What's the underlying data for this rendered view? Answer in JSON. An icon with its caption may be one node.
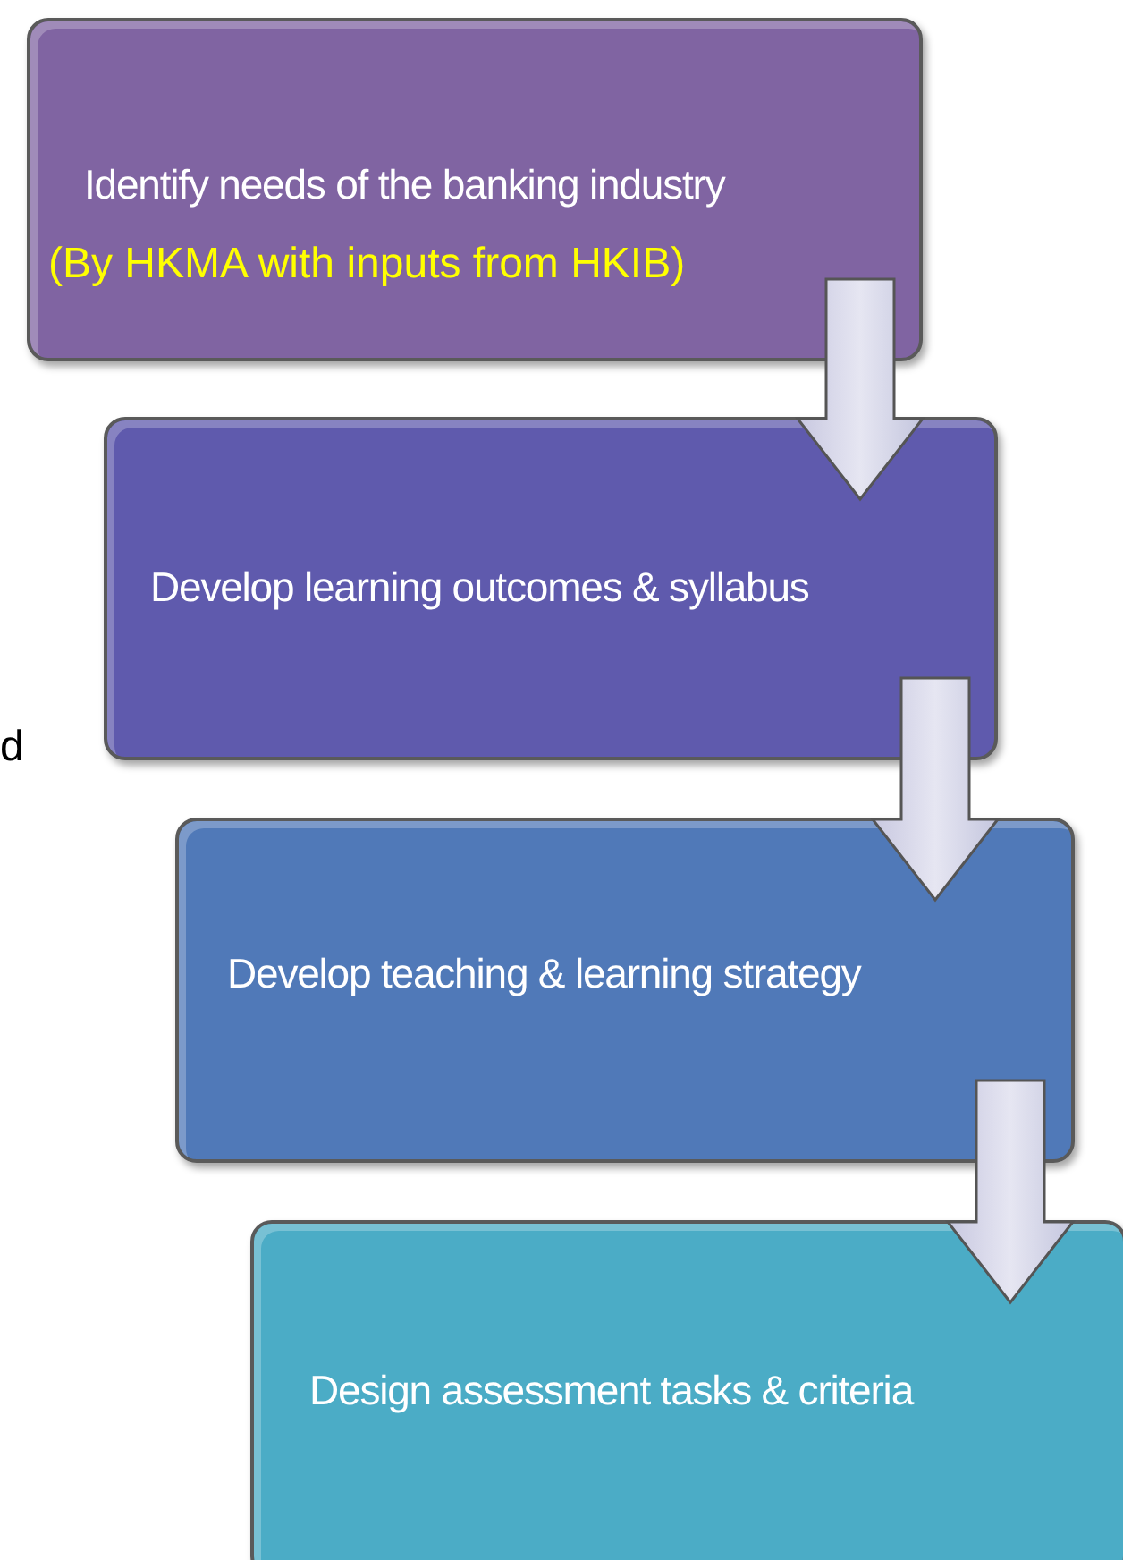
{
  "diagram": {
    "nodes": [
      {
        "text": [
          "Identify needs of the banking industry",
          "(By HKMA with inputs from HKIB)"
        ]
      },
      {
        "text": [
          "Develop learning outcomes & syllabus"
        ]
      },
      {
        "text": [
          "Develop teaching & learning strategy"
        ]
      },
      {
        "text": [
          "Design assessment tasks & criteria"
        ]
      }
    ],
    "edges": [
      {
        "from": 0,
        "to": 1,
        "arrow": "to"
      },
      {
        "from": 1,
        "to": 2,
        "arrow": "to"
      },
      {
        "from": 2,
        "to": 3,
        "arrow": "to"
      }
    ],
    "labels": [
      "d"
    ]
  }
}
